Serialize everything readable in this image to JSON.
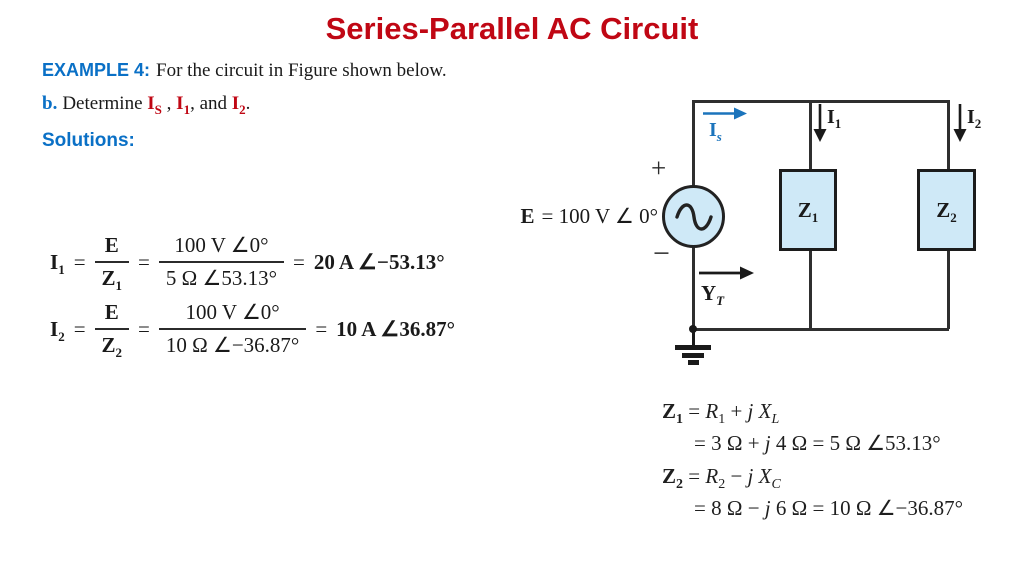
{
  "title": "Series-Parallel AC Circuit",
  "colors": {
    "title_red": "#c00714",
    "heading_blue": "#0a70c6",
    "current_symbol_red": "#c00714",
    "impedance_box_fill": "#cfe9f7",
    "wire_dark": "#2f2f2f",
    "source_current_blue": "#1b74bc"
  },
  "problem": {
    "example_label": "EXAMPLE 4:",
    "example_text": "For the circuit in Figure shown below.",
    "part_label": "b.",
    "part_lead": "Determine",
    "current_is": {
      "base": "I",
      "sub": "S",
      "tail": " , "
    },
    "current_i1": {
      "base": "I",
      "sub": "1",
      "tail": ", and "
    },
    "current_i2": {
      "base": "I",
      "sub": "2",
      "tail": "."
    },
    "solutions_label": "Solutions:"
  },
  "current_equations": [
    {
      "lhs_base": "I",
      "lhs_sub": "1",
      "eq1": "=",
      "sym_num": "E",
      "sym_den_base": "Z",
      "sym_den_sub": "1",
      "eq2": "=",
      "num": "100 V ∠0°",
      "den": "5 Ω ∠53.13°",
      "eq3": "=",
      "result": "20 A ∠−53.13°"
    },
    {
      "lhs_base": "I",
      "lhs_sub": "2",
      "eq1": "=",
      "sym_num": "E",
      "sym_den_base": "Z",
      "sym_den_sub": "2",
      "eq2": "=",
      "num": "100 V ∠0°",
      "den": "10 Ω ∠−36.87°",
      "eq3": "=",
      "result": "10 A ∠36.87°"
    }
  ],
  "circuit": {
    "source_e": "E",
    "source_value": "=  100 V ∠ 0°",
    "plus": "+",
    "minus": "−",
    "is_label": {
      "base": "I",
      "sub": "s"
    },
    "i1_label": {
      "base": "I",
      "sub": "1"
    },
    "i2_label": {
      "base": "I",
      "sub": "2"
    },
    "z1_label": {
      "base": "Z",
      "sub": "1"
    },
    "z2_label": {
      "base": "Z",
      "sub": "2"
    },
    "yt_label": {
      "base": "Y",
      "sub": "T"
    }
  },
  "impedance_equations": {
    "line1": {
      "z": "Z",
      "zsub": "1",
      "eq": " = ",
      "r": "R",
      "rsub": "1",
      "op": " + ",
      "jx": "j X",
      "xsub": "L"
    },
    "line2": {
      "pre": "= 3 Ω + ",
      "j": "j",
      "post": " 4 Ω = 5 Ω ∠53.13°"
    },
    "line3": {
      "z": "Z",
      "zsub": "2",
      "eq": " = ",
      "r": "R",
      "rsub": "2",
      "op": " − ",
      "jx": "j X",
      "xsub": "C"
    },
    "line4": {
      "pre": "= 8 Ω − ",
      "j": "j",
      "post": " 6 Ω = 10 Ω ∠−36.87°"
    }
  }
}
